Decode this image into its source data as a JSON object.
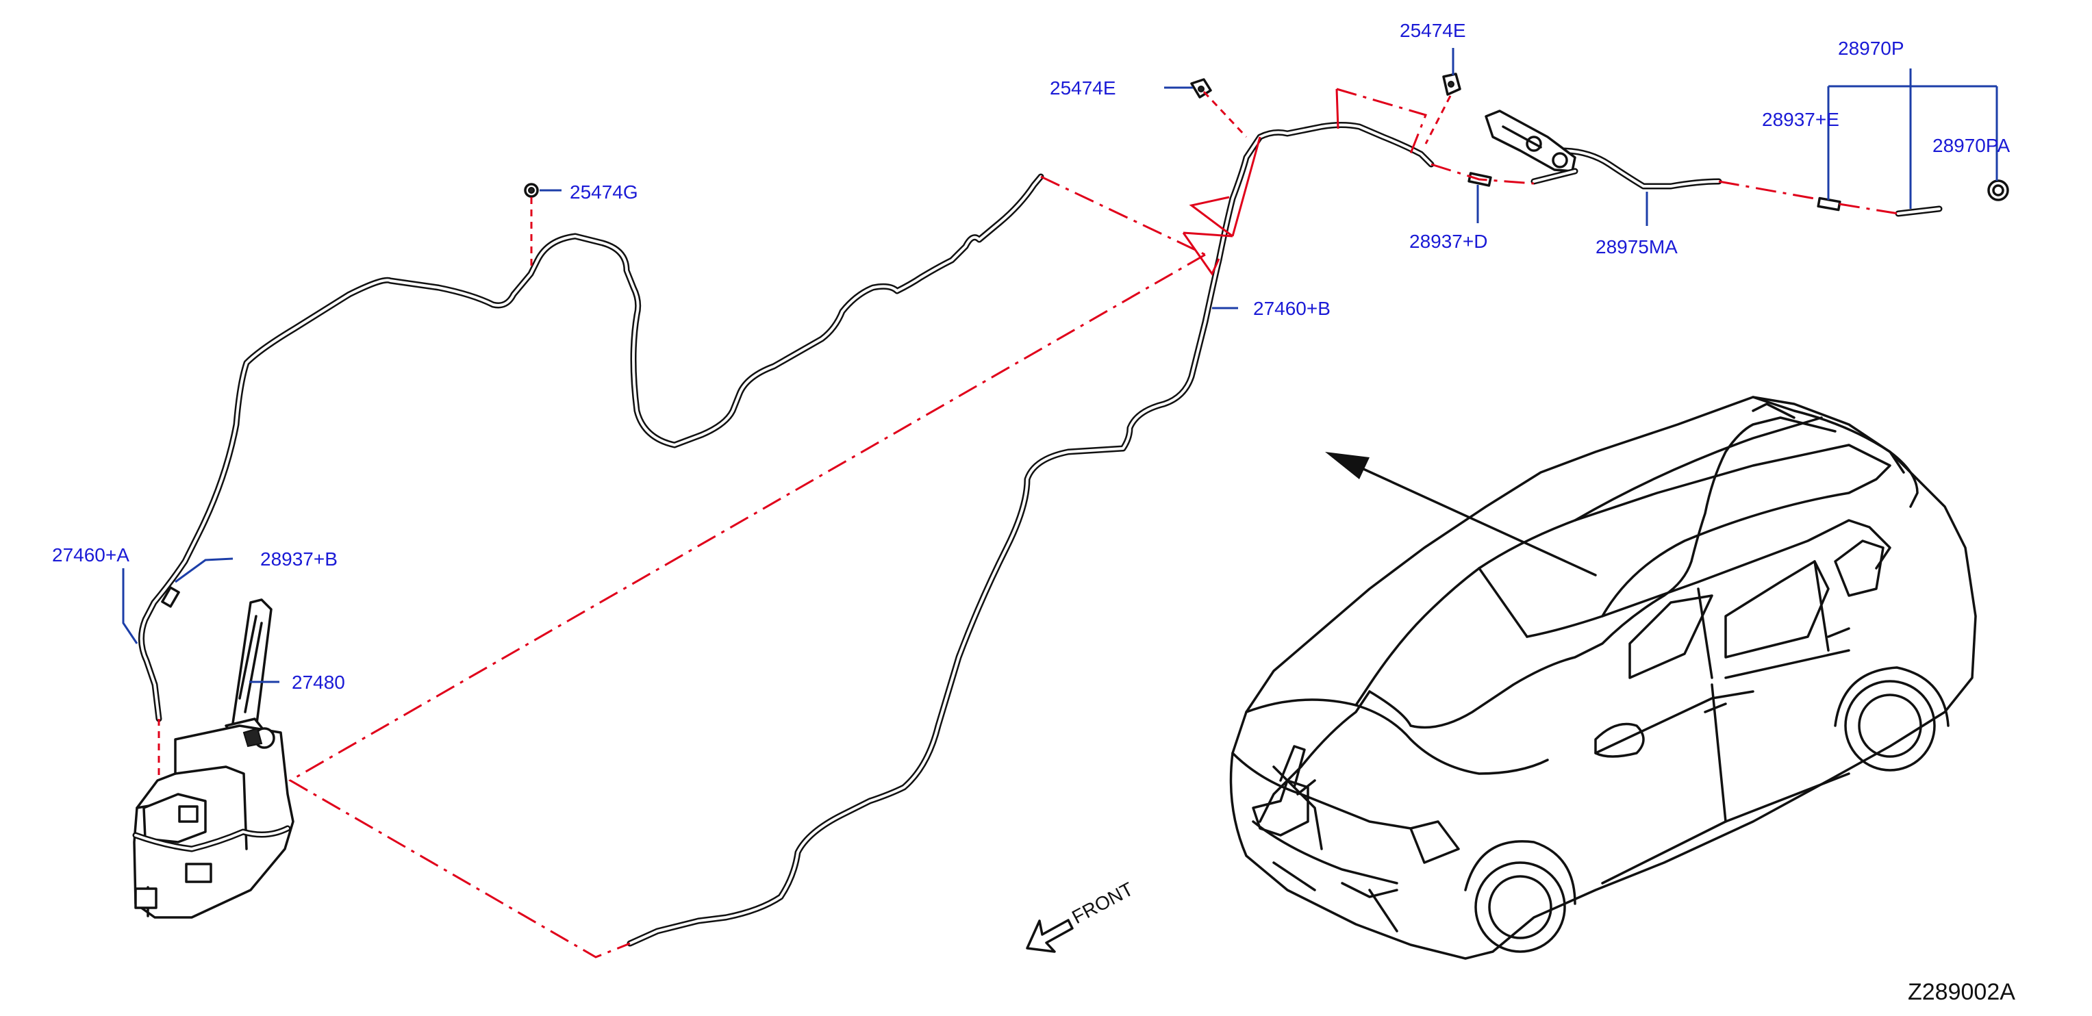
{
  "labels": {
    "p25474E_left": "25474E",
    "p25474E_top": "25474E",
    "p25474G": "25474G",
    "p27460A": "27460+A",
    "p28937B": "28937+B",
    "p27480": "27480",
    "p27460B": "27460+B",
    "p28937D": "28937+D",
    "p28975MA": "28975MA",
    "p28970P": "28970P",
    "p28937E": "28937+E",
    "p28970PA": "28970PA"
  },
  "front_label": "FRONT",
  "diagram_code": "Z289002A",
  "colors": {
    "callout_text": "#1a1ad6",
    "leader_line": "#1c3ea8",
    "connection_line": "#e0001a",
    "linework": "#111111"
  }
}
